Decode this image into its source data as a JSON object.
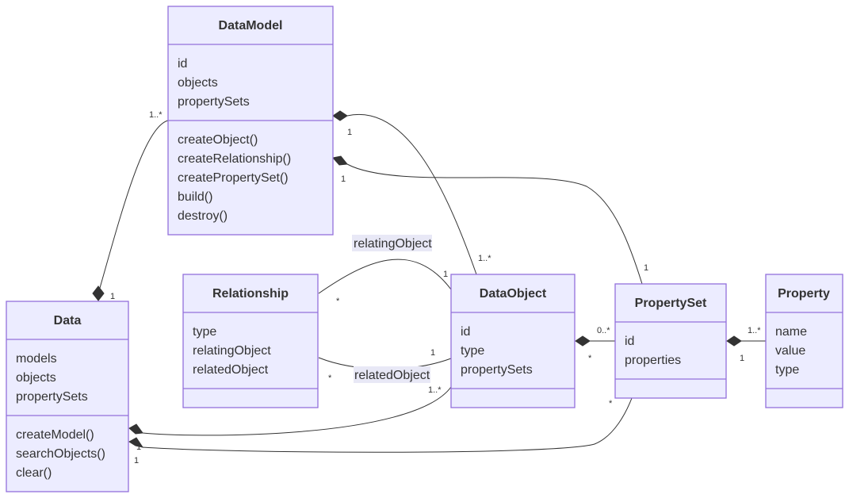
{
  "classes": {
    "datamodel": {
      "name": "DataModel",
      "attributes": [
        "id",
        "objects",
        "propertySets"
      ],
      "methods": [
        "createObject()",
        "createRelationship()",
        "createPropertySet()",
        "build()",
        "destroy()"
      ]
    },
    "data": {
      "name": "Data",
      "attributes": [
        "models",
        "objects",
        "propertySets"
      ],
      "methods": [
        "createModel()",
        "searchObjects()",
        "clear()"
      ]
    },
    "relationship": {
      "name": "Relationship",
      "attributes": [
        "type",
        "relatingObject",
        "relatedObject"
      ],
      "methods": []
    },
    "dataobject": {
      "name": "DataObject",
      "attributes": [
        "id",
        "type",
        "propertySets"
      ],
      "methods": []
    },
    "propertyset": {
      "name": "PropertySet",
      "attributes": [
        "id",
        "properties"
      ],
      "methods": []
    },
    "property": {
      "name": "Property",
      "attributes": [
        "name",
        "value",
        "type"
      ],
      "methods": []
    }
  },
  "edges": {
    "data_datamodel": {
      "from_mult": "1",
      "to_mult": "1..*"
    },
    "datamodel_dataobject": {
      "from_mult": "1",
      "to_mult": "1..*"
    },
    "datamodel_propertyset": {
      "from_mult": "1",
      "to_mult": "1"
    },
    "relationship_dataobject_relating": {
      "label": "relatingObject",
      "from_mult": "*",
      "to_mult": "1"
    },
    "relationship_dataobject_related": {
      "label": "relatedObject",
      "from_mult": "*",
      "to_mult": "1"
    },
    "dataobject_propertyset": {
      "from_mult": "0..*",
      "to_mult": "*"
    },
    "propertyset_property": {
      "from_mult": "1..*",
      "to_mult": "1"
    },
    "data_dataobject": {
      "from_mult": "1",
      "to_mult": "1..*"
    },
    "data_propertyset": {
      "from_mult": "1",
      "to_mult": "*"
    }
  }
}
